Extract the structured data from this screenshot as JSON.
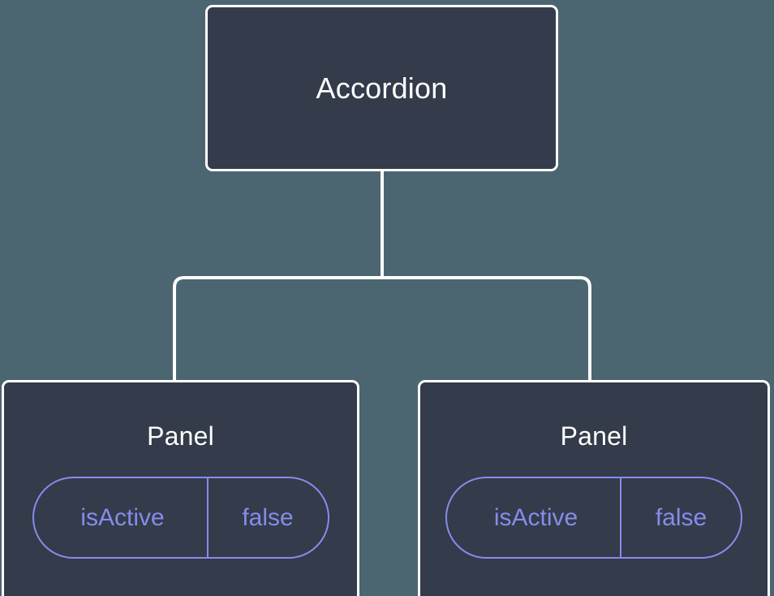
{
  "canvas": {
    "background_color": "#4c6671",
    "node_fill_color": "#343b4a",
    "node_border_color": "#ffffff",
    "edge_color": "#ffffff",
    "pill_color": "#858cec",
    "title_color": "#ffffff"
  },
  "tree": {
    "root": {
      "label": "Accordion"
    },
    "children": [
      {
        "label": "Panel",
        "state": {
          "key": "isActive",
          "value": "false"
        }
      },
      {
        "label": "Panel",
        "state": {
          "key": "isActive",
          "value": "false"
        }
      }
    ]
  }
}
